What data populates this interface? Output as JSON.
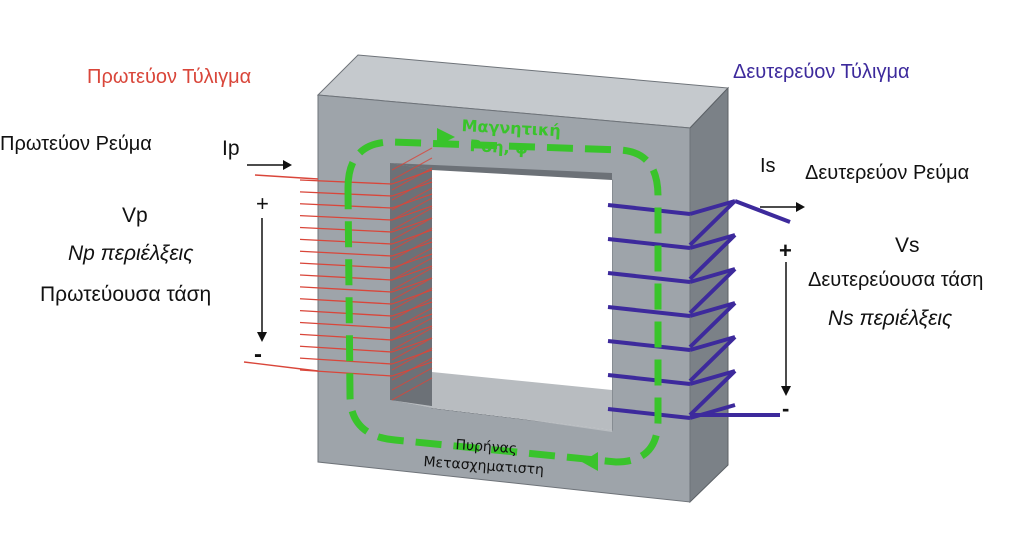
{
  "colors": {
    "primary_winding": "#d9463a",
    "secondary_winding": "#3d2a9c",
    "flux": "#39c42b",
    "core_front": "#9ea4aa",
    "core_top": "#c5c9cd",
    "core_side": "#7b8187",
    "core_inner_shadow": "#6c7177",
    "core_inner_light": "#b8bcc0",
    "text": "#111111"
  },
  "labels": {
    "primary_winding_title": "Πρωτεύον Τύλιγμα",
    "secondary_winding_title": "Δευτερεύον Τύλιγμα",
    "primary_current": "Πρωτεύον Ρεύμα",
    "primary_current_symbol": "Ip",
    "primary_voltage_symbol": "Vp",
    "primary_turns": "Np περιέλξεις",
    "primary_voltage": "Πρωτεύουσα τάση",
    "primary_plus": "+",
    "primary_minus": "-",
    "secondary_current_symbol": "Is",
    "secondary_current": "Δευτερεύον Ρεύμα",
    "secondary_voltage_symbol": "Vs",
    "secondary_voltage": "Δευτερεύουσα τάση",
    "secondary_turns": "Ns περιέλξεις",
    "secondary_plus": "+",
    "secondary_minus": "-",
    "flux_label_line1": "Μαγνητική",
    "flux_label_line2": "Ροη,  φ",
    "core_label_line1": "Πυρήνας",
    "core_label_line2": "Μετασχηματιστη"
  }
}
